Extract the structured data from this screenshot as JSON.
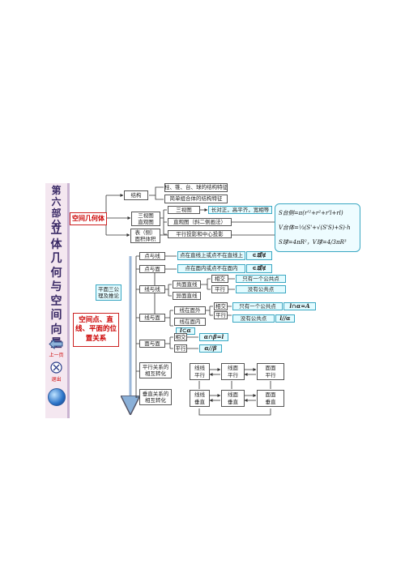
{
  "sidebar": {
    "section_chars": [
      "第",
      "六",
      "部",
      "分"
    ],
    "topic_chars": [
      "立",
      "体",
      "几",
      "何",
      "与",
      "空",
      "间",
      "向",
      "量"
    ],
    "prev_label": "上一页",
    "exit_label": "退出"
  },
  "geometry_branch": {
    "root": "空间几何体",
    "structure": "结构",
    "structure_items": [
      "柱、锥、台、球的结构特征",
      "简单组合体的结构特征"
    ],
    "three_view": "三视图\n直观图",
    "three_view_items": [
      "三视图",
      "直观图（斜二侧画法）",
      "平行投影和中心投影"
    ],
    "three_view_note": "长对正，高平齐，宽相等",
    "surface": "表（侧）\n面积体积",
    "formulas": [
      "S台侧=π(r'²+r²+r'l+rl)",
      "V台体=⅓(S'+√(S'S)+S)·h",
      "S球=4πR²，V球=4/3πR³"
    ]
  },
  "relation_branch": {
    "root": "空间点、直线、平面的位置关系",
    "axioms": "平面三公\n理及推论",
    "point_line": "点与线",
    "point_line_desc": "点在直线上或点不在直线上",
    "point_line_sym": "∈或∉",
    "point_plane": "点与面",
    "point_plane_desc": "点在面内或点不在面内",
    "point_plane_sym": "∈或∉",
    "line_line": "线与线",
    "coplanar": "共面直线",
    "skew": "异面直线",
    "intersect": "相交",
    "parallel": "平行",
    "one_common": "只有一个公共点",
    "no_common": "没有公共点",
    "line_plane": "线与面",
    "outside_plane": "线在面外",
    "inside_plane": "线在面内",
    "ll_intersect": "相交",
    "ll_parallel": "平行",
    "lp_one_common": "只有一个公共点",
    "lp_one_sym": "l∩α=A",
    "lp_no_common": "没有公共点",
    "lp_no_sym": "l//α",
    "lp_inside_sym": "l⊂α",
    "plane_plane": "面与面",
    "pp_intersect": "相交",
    "pp_parallel": "平行",
    "pp_intersect_sym": "α∩β=l",
    "pp_parallel_sym": "α//β",
    "parallel_transform": "平行关系的\n相互转化",
    "perp_transform": "垂直关系的\n相互转化",
    "pt_items": [
      "线线\n平行",
      "线面\n平行",
      "面面\n平行"
    ],
    "vt_items": [
      "线线\n垂直",
      "线面\n垂直",
      "面面\n垂直"
    ]
  }
}
